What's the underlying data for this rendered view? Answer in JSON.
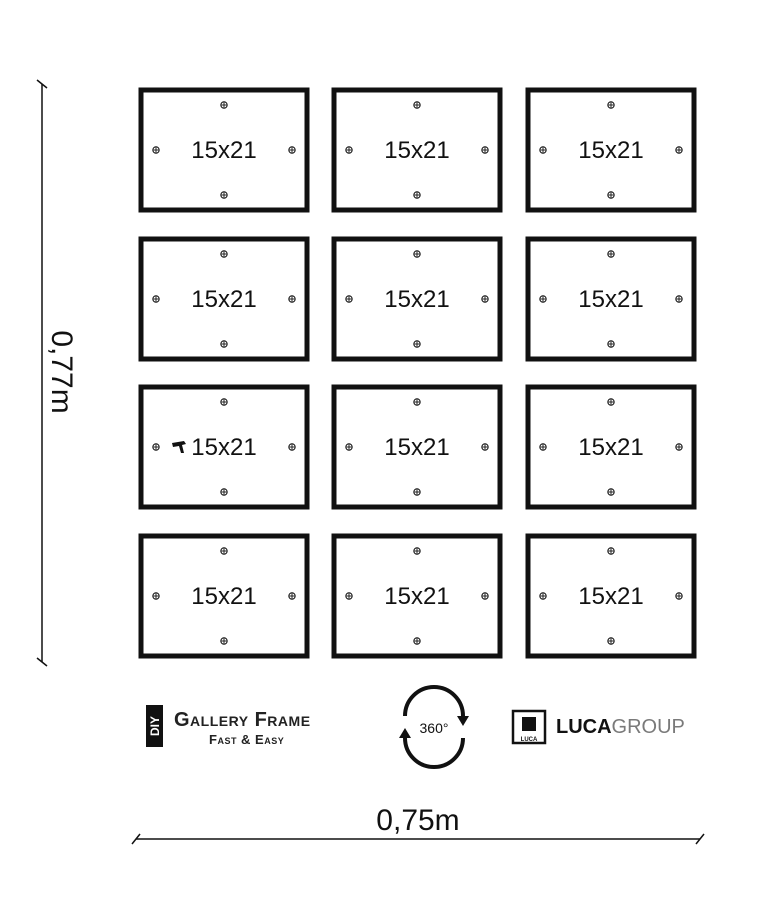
{
  "layout_title": "",
  "frames": {
    "rows": 4,
    "columns": 3,
    "items": [
      {
        "label": "15x21"
      },
      {
        "label": "15x21"
      },
      {
        "label": "15x21"
      },
      {
        "label": "15x21"
      },
      {
        "label": "15x21"
      },
      {
        "label": "15x21"
      },
      {
        "label": "15x21"
      },
      {
        "label": "15x21"
      },
      {
        "label": "15x21"
      },
      {
        "label": "15x21"
      },
      {
        "label": "15x21"
      },
      {
        "label": "15x21"
      }
    ]
  },
  "dimensions": {
    "height_label": "0,77m",
    "width_label": "0,75m"
  },
  "logos": {
    "diy_badge": "DIY",
    "gallery_frame_title": "Gallery Frame",
    "gallery_frame_subtitle": "Fast & Easy",
    "rotation_label": "360°",
    "luca_mark_text": "LUCA",
    "luca_bold": "LUCA",
    "luca_group": "GROUP"
  },
  "colors": {
    "frame": "#111111",
    "background": "#ffffff",
    "group_gray": "#7a7a7a"
  },
  "icons": [
    "nail-hole-icon",
    "hammer-icon",
    "rotate-360-icon",
    "luca-logo-icon"
  ]
}
